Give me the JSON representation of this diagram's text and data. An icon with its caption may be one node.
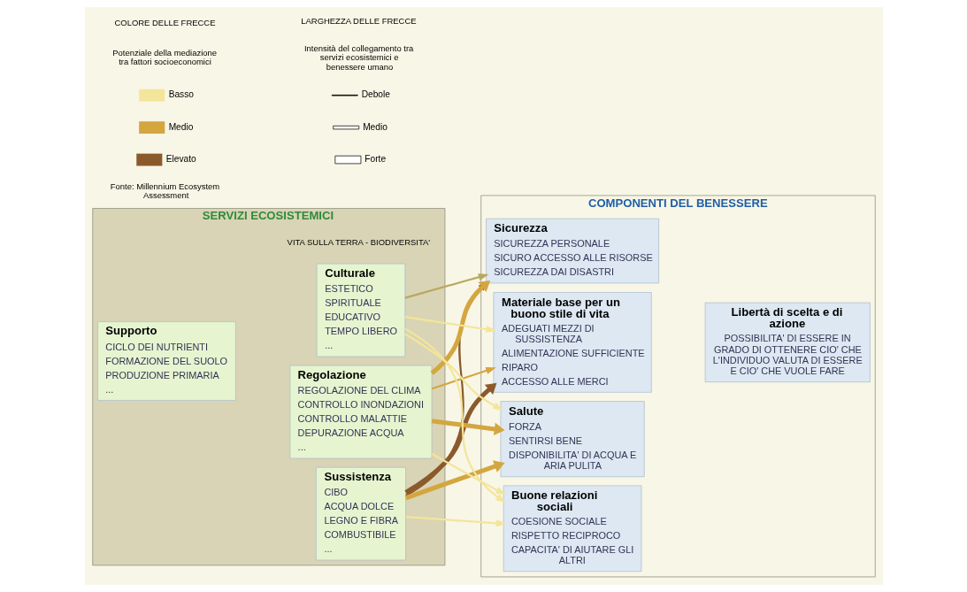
{
  "diagram": {
    "nodes": [
      {
        "text": [
          "SERVIZI ECOSISTEMICI",
          "VITA SULLA TERRA - BIODIVERSITA'"
        ]
      },
      {
        "text": [
          "Supporto",
          "CICLO DEI NUTRIENTI",
          "FORMAZIONE DEL SUOLO",
          "PRODUZIONE PRIMARIA",
          "..."
        ],
        "in": 0
      },
      {
        "text": [
          "Sussistenza",
          "CIBO",
          "ACQUA DOLCE",
          "LEGNO E FIBRA",
          "COMBUSTIBILE",
          "..."
        ],
        "in": 0
      },
      {
        "text": [
          "Regolazione",
          "REGOLAZIONE DEL CLIMA",
          "CONTROLLO INONDAZIONI",
          "CONTROLLO MALATTIE",
          "DEPURAZIONE ACQUA",
          "..."
        ],
        "in": 0
      },
      {
        "text": [
          "Culturale",
          "ESTETICO",
          "SPIRITUALE",
          "EDUCATIVO",
          "TEMPO LIBERO",
          "..."
        ],
        "in": 0
      },
      {
        "text": [
          "COMPONENTI DEL BENESSERE"
        ]
      },
      {
        "text": [
          "Sicurezza",
          "SICUREZZA PERSONALE",
          "SICURO ACCESSO ALLE RISORSE",
          "SICUREZZA DAI DISASTRI"
        ],
        "in": 5
      },
      {
        "text": [
          "Materiale base per un buono stile di vita",
          "ADEGUATI MEZZI DI SUSSISTENZA",
          "ALIMENTAZIONE SUFFICIENTE",
          "RIPARO",
          "ACCESSO ALLE MERCI"
        ],
        "in": 5
      },
      {
        "text": [
          "Salute",
          "FORZA",
          "SENTIRSI BENE",
          "DISPONIBILITA' DI ACQUA E ARIA PULITA"
        ],
        "in": 5
      },
      {
        "text": [
          "Buone relazioni sociali",
          "COESIONE SOCIALE",
          "RISPETTO RECIPROCO",
          "CAPACITA' DI AIUTARE GLI ALTRI"
        ],
        "in": 5
      },
      {
        "text": [
          "Libertà di scelta e di azione",
          "POSSIBILITA' DI ESSERE IN GRADO DI OTTENERE CIO' CHE L'INDIVIDUO VALUTA DI ESSERE E CIO' CHE VUOLE FARE"
        ],
        "in": 5
      }
    ],
    "edges": [
      {
        "from": 2,
        "to": 6,
        "arrow": "to",
        "color": "#8b5a2b"
      },
      {
        "from": 2,
        "to": 7,
        "arrow": "to",
        "style": "thick",
        "color": "#8b5a2b"
      },
      {
        "from": 2,
        "to": 8,
        "arrow": "to",
        "style": "thick",
        "color": "#d4a640"
      },
      {
        "from": 2,
        "to": 9,
        "arrow": "to",
        "color": "#f3e59a"
      },
      {
        "from": 3,
        "to": 6,
        "arrow": "to",
        "style": "thick",
        "color": "#d4a640"
      },
      {
        "from": 3,
        "to": 7,
        "arrow": "to",
        "color": "#d4a640"
      },
      {
        "from": 3,
        "to": 8,
        "arrow": "to",
        "style": "thick",
        "color": "#d4a640"
      },
      {
        "from": 3,
        "to": 9,
        "arrow": "to",
        "color": "#f3e59a"
      },
      {
        "from": 4,
        "to": 6,
        "arrow": "to",
        "color": "#b8a860"
      },
      {
        "from": 4,
        "to": 7,
        "arrow": "to",
        "color": "#f3e59a"
      },
      {
        "from": 4,
        "to": 8,
        "arrow": "to",
        "color": "#f3e59a"
      },
      {
        "from": 4,
        "to": 9,
        "arrow": "to",
        "color": "#f3e59a"
      }
    ],
    "labels": [
      "Fonte: Millennium Ecosystem Assessment",
      "COLORE DELLE FRECCE",
      "Potenziale della mediazione tra fattori socioeconomici",
      "LARGHEZZA DELLE FRECCE",
      "Intensità del collegamento tra servizi ecosistemici e benessere umano"
    ],
    "legend": [
      {
        "text": "Basso",
        "color": "#f3e59a"
      },
      {
        "text": "Medio",
        "color": "#d4a640"
      },
      {
        "text": "Elevato",
        "color": "#8b5a2b"
      },
      {
        "text": "Debole"
      },
      {
        "text": "Medio"
      },
      {
        "text": "Forte"
      }
    ]
  }
}
